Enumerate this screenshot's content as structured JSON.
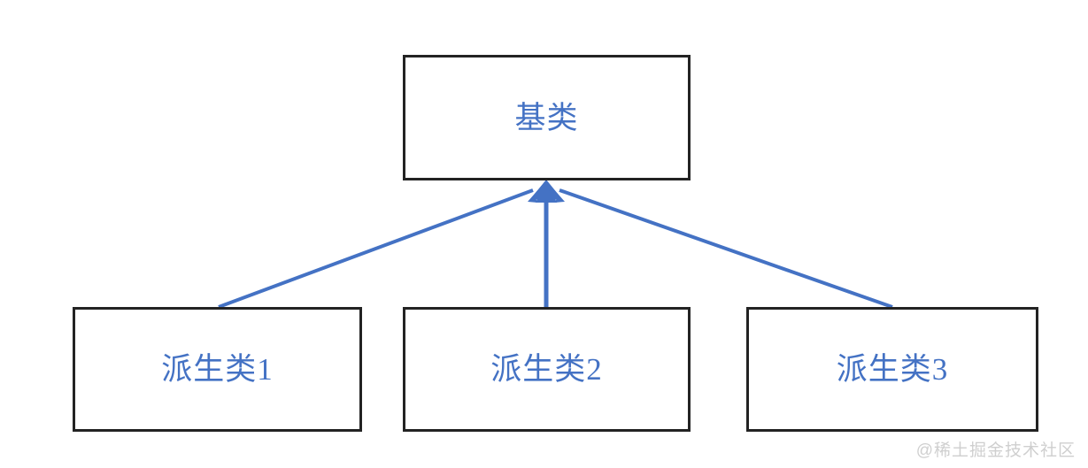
{
  "diagram": {
    "title": "class-inheritance-diagram",
    "accent_color": "#4472c4",
    "border_color": "#232323",
    "background_color": "#ffffff",
    "watermark_color": "#cfcfcf",
    "base": {
      "label": "基类"
    },
    "derived": [
      {
        "label": "派生类1"
      },
      {
        "label": "派生类2"
      },
      {
        "label": "派生类3"
      }
    ],
    "connectors": [
      {
        "name": "derived-1-to-base",
        "from": "派生类1",
        "to": "基类",
        "arrow": "up"
      },
      {
        "name": "derived-2-to-base",
        "from": "派生类2",
        "to": "基类",
        "arrow": "up"
      },
      {
        "name": "derived-3-to-base",
        "from": "派生类3",
        "to": "基类",
        "arrow": "up"
      }
    ]
  },
  "watermark": {
    "text": "@稀土掘金技术社区"
  }
}
